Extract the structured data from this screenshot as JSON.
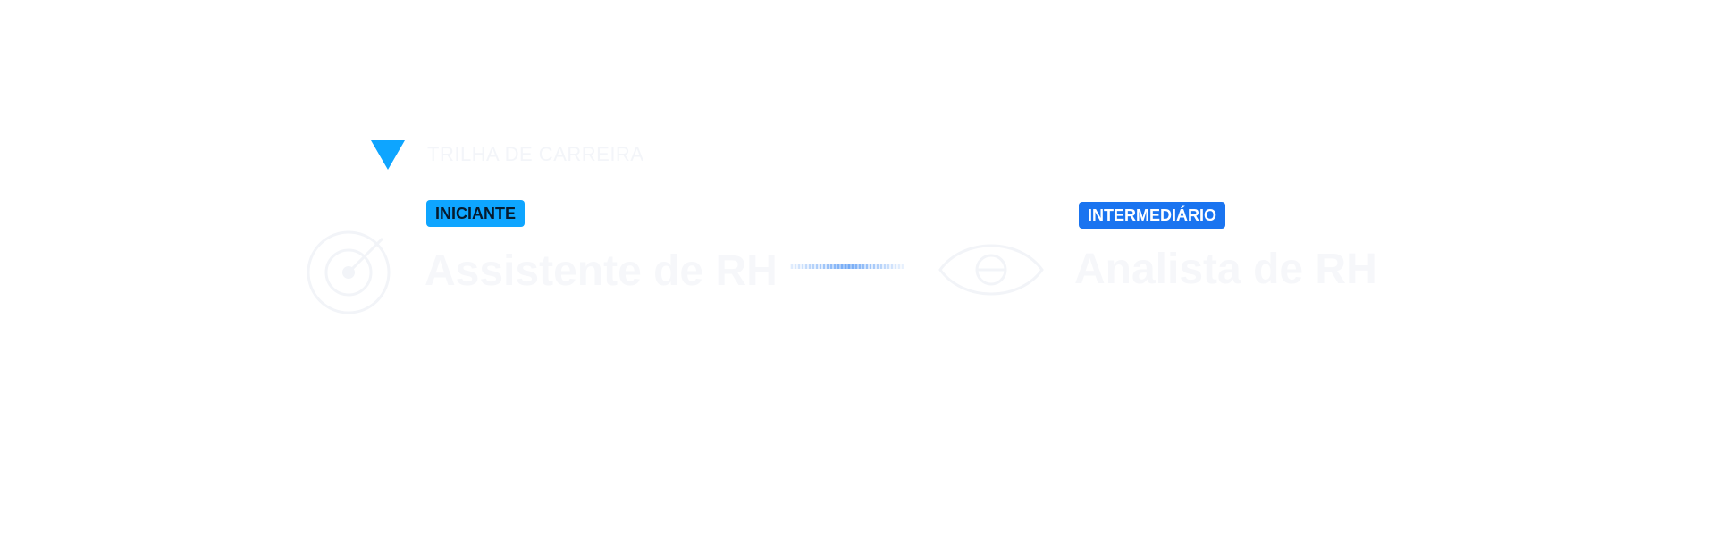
{
  "header": {
    "marker_icon": "triangle-down-icon",
    "label": "TRILHA DE CARREIRA",
    "accent_color": "#0ea5ff"
  },
  "steps": [
    {
      "level": "INICIANTE",
      "title": "Assistente de RH",
      "icon": "target-icon",
      "badge_color": "#0ea5ff"
    },
    {
      "level": "INTERMEDIÁRIO",
      "title": "Analista de RH",
      "icon": "eye-icon",
      "badge_color": "#1a74f0"
    }
  ]
}
